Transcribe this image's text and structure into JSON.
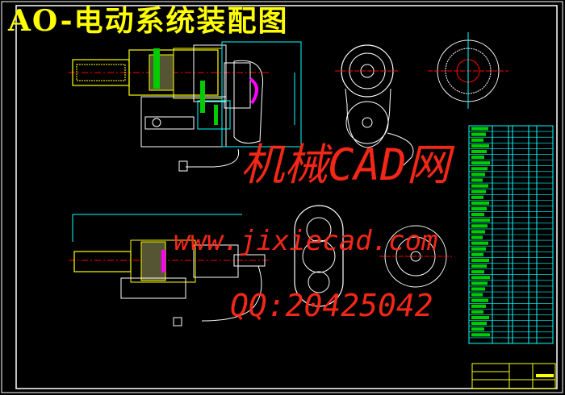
{
  "title": "AO-电动系统装配图",
  "watermark": {
    "line1": "机械CAD网",
    "line2": "www.jixiecad.com",
    "line3": "QQ:20425042"
  },
  "colors": {
    "background": "#000000",
    "frame": "#ffffff",
    "title": "#ffff00",
    "dimension": "#00ffff",
    "part": "#ffff00",
    "centerline": "#ff0000",
    "accent": "#ff00ff",
    "table_text": "#00ff00",
    "watermark": "#ff2a1a"
  },
  "parts_list_rows": 38
}
